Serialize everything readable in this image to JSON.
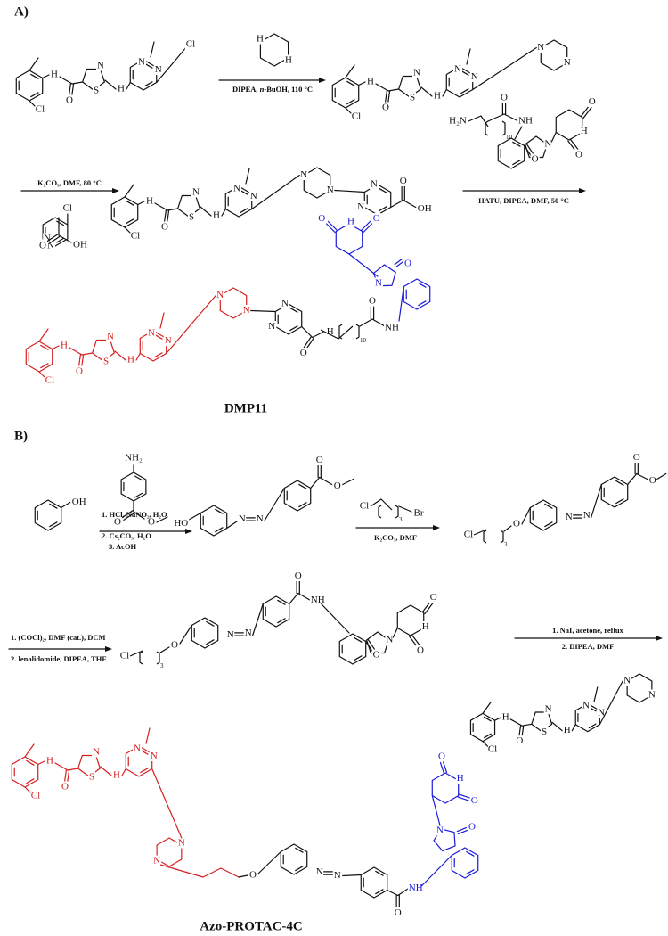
{
  "panels": {
    "a": "A)",
    "b": "B)"
  },
  "colors": {
    "black": "#111111",
    "warhead": "#d42020",
    "ligase": "#1a1ad8"
  },
  "icons": {
    "arrow": "reaction-arrow",
    "rings": "benzene/thiazole/pyrimidine/piperazine/glutarimide rings"
  },
  "scheme_a": {
    "step1_reagent": "piperazine",
    "step1_conditions": {
      "pre": "DIPEA, ",
      "italic": "n",
      "post": "-BuOH, 110 °C"
    },
    "step2_conditions": "K₂CO₃, DMF, 80 °C",
    "step3_conditions": "HATU, DIPEA, DMF, 50 °C",
    "chain_index": "10",
    "product_label": "DMP11"
  },
  "scheme_b": {
    "step1_conditions": [
      "1. HCl, NaNO₂, H₂O",
      "2. Cs₂CO₃, H₂O",
      "3. AcOH"
    ],
    "step2_conditions": "K₂CO₃, DMF",
    "step2_reagent_atoms": [
      "Cl",
      "Br"
    ],
    "chain_index": "3",
    "step3_conditions": [
      "1. (COCl)₂, DMF (cat.), DCM",
      "2. lenalidomide, DIPEA, THF"
    ],
    "step4_conditions": [
      "1. NaI, acetone, reflux",
      "2. DIPEA, DMF"
    ],
    "product_label": "Azo-PROTAC-4C"
  },
  "atoms": {
    "H": "H",
    "N": "N",
    "NH": "NH",
    "O": "O",
    "S": "S",
    "Cl": "Cl",
    "OH": "OH",
    "HO": "HO",
    "NH2": "NH₂",
    "H2N": "H₂N",
    "Br": "Br"
  }
}
